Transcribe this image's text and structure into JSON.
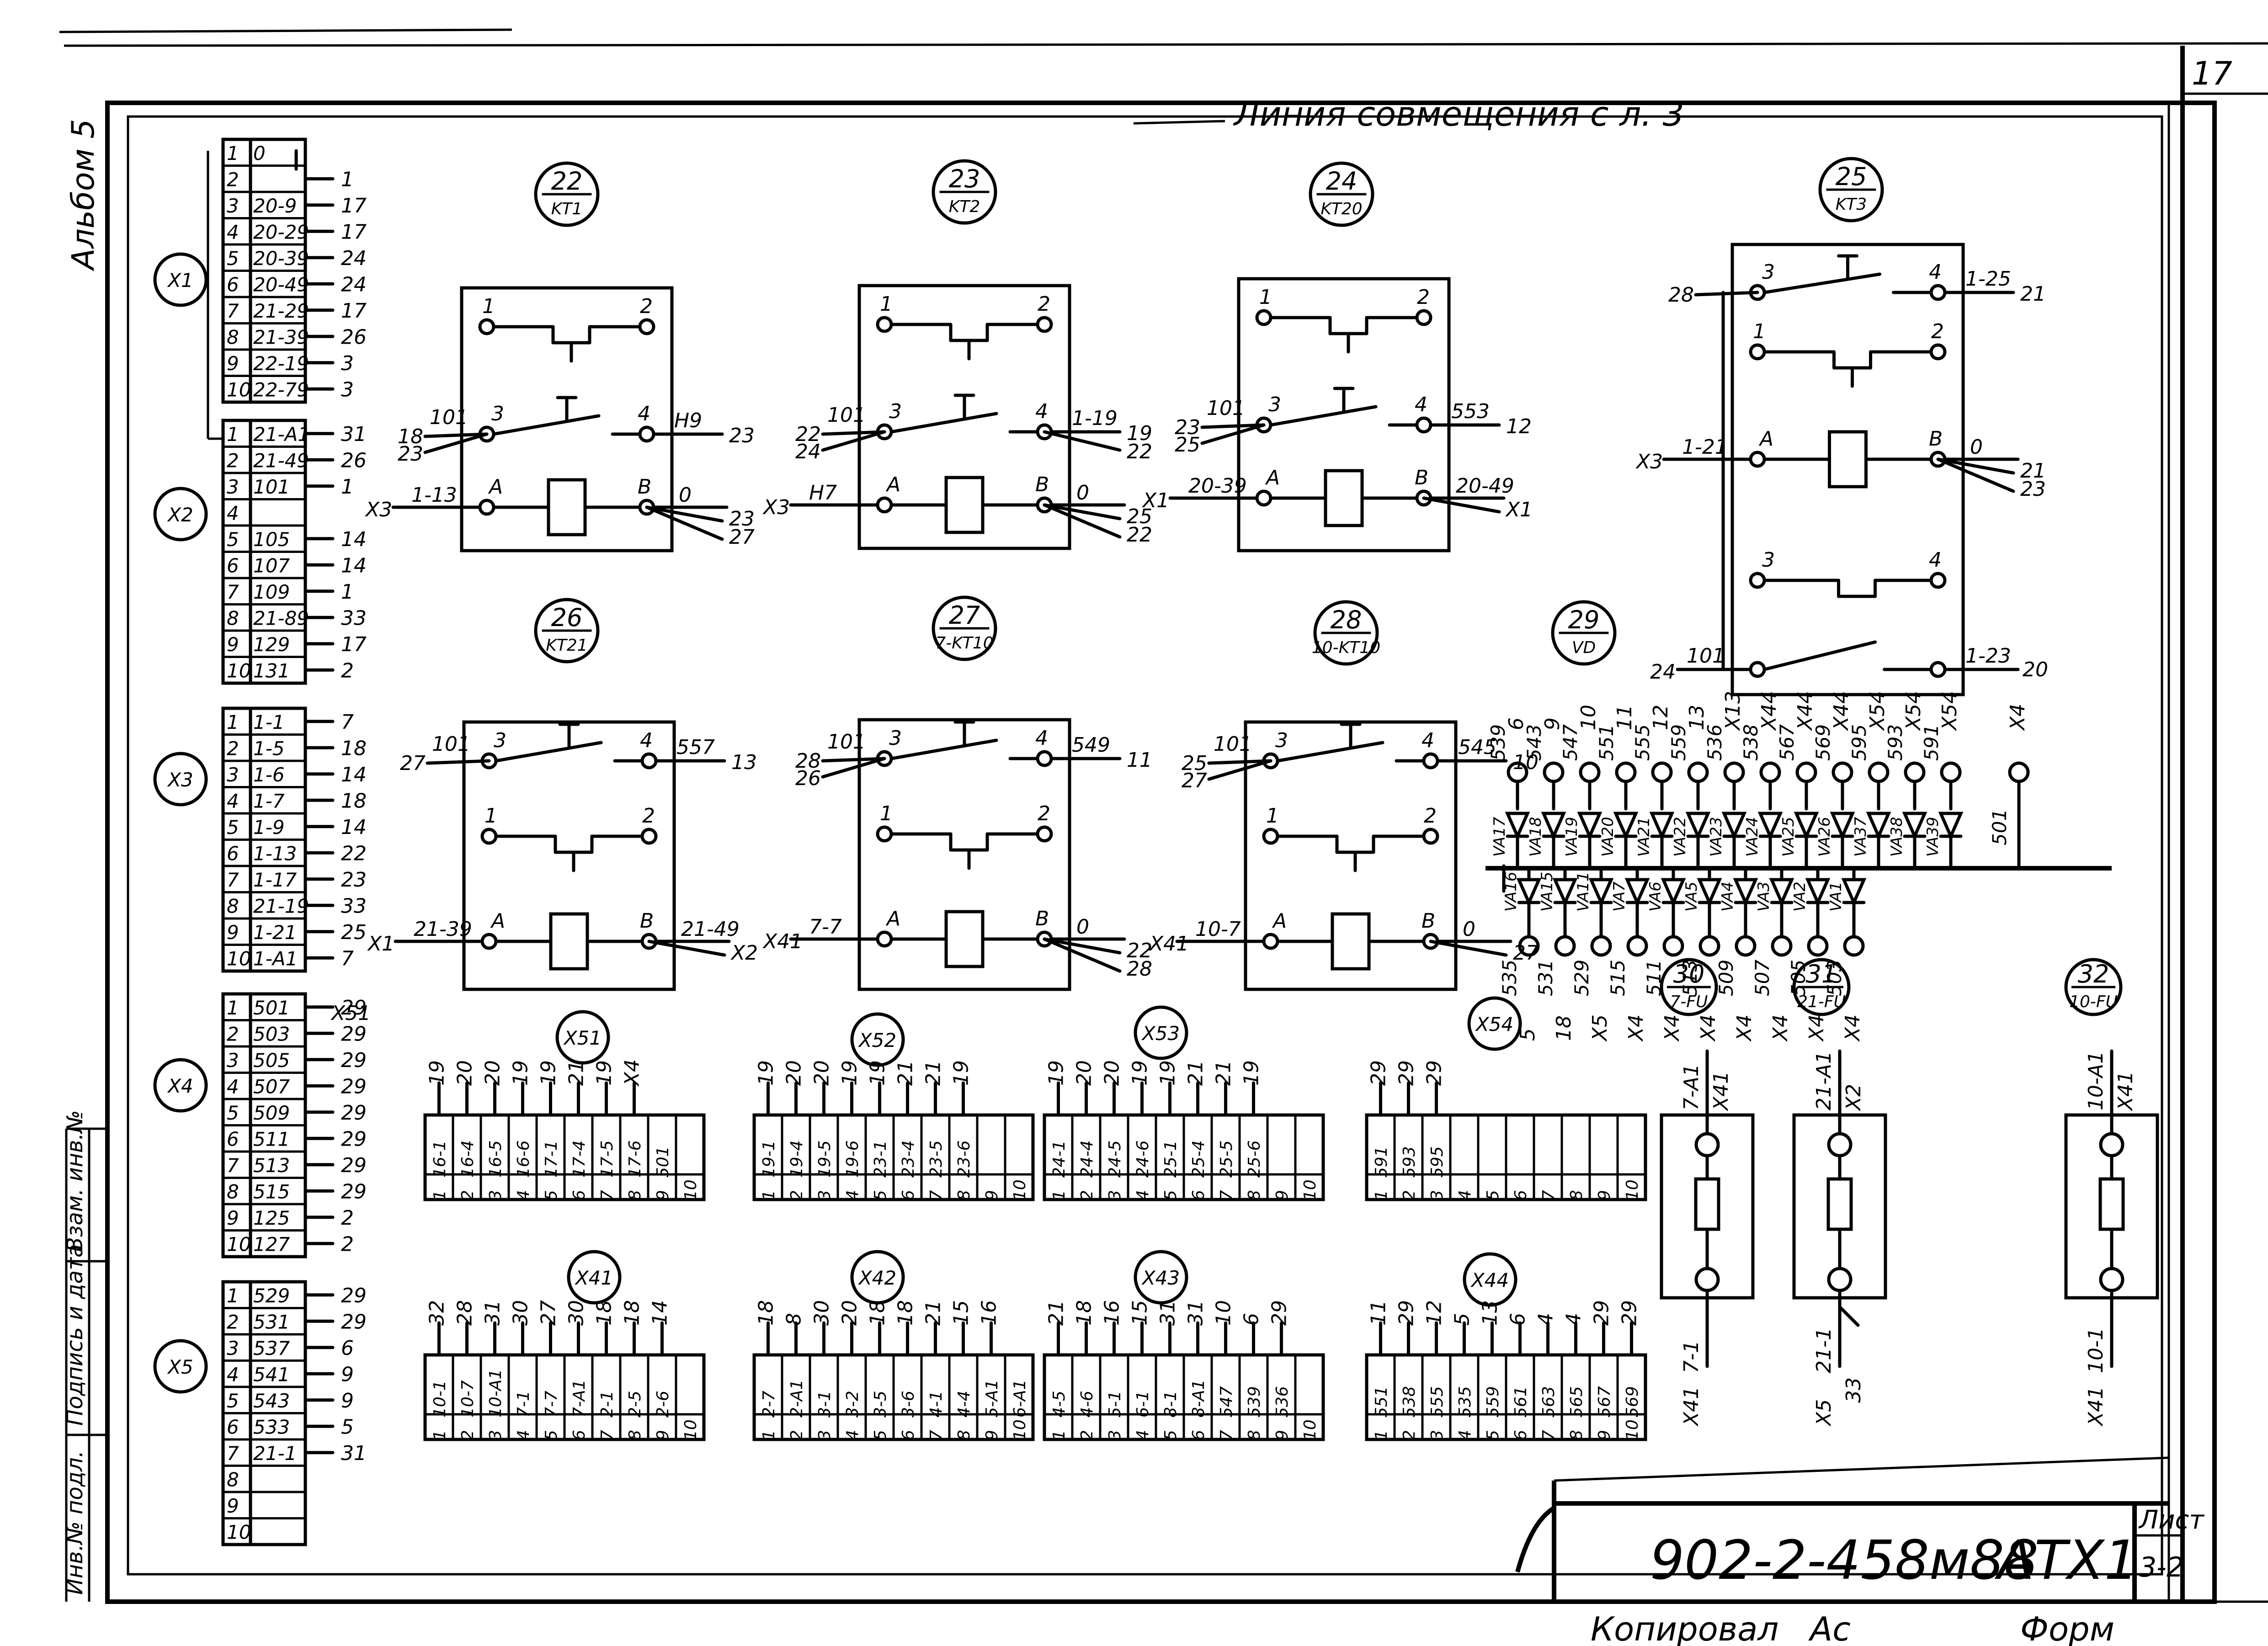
{
  "sheet": {
    "corner_number": "17",
    "alignment_line": "Линия совмещения с л. 3",
    "album": "Альбом 5",
    "stamp_code": "902-2-458м88",
    "stamp_suffix": "АТХ1",
    "stamp_sheet_label": "Лист",
    "stamp_sheet_value": "3-2",
    "copied": "Копировал",
    "copied_by": "Ас",
    "format": "Форм",
    "side_fields": [
      "Взам. инв.№",
      "Подпись и дата",
      "Инв.№ подл."
    ]
  },
  "left_strips": [
    {
      "id": "X1",
      "rows": [
        {
          "n": "1",
          "code": "0",
          "wire": ""
        },
        {
          "n": "2",
          "code": "",
          "wire": "1"
        },
        {
          "n": "3",
          "code": "20-9",
          "wire": "17"
        },
        {
          "n": "4",
          "code": "20-29",
          "wire": "17"
        },
        {
          "n": "5",
          "code": "20-39",
          "wire": "24"
        },
        {
          "n": "6",
          "code": "20-49",
          "wire": "24"
        },
        {
          "n": "7",
          "code": "21-29",
          "wire": "17"
        },
        {
          "n": "8",
          "code": "21-39",
          "wire": "26"
        },
        {
          "n": "9",
          "code": "22-19",
          "wire": "3"
        },
        {
          "n": "10",
          "code": "22-79",
          "wire": "3"
        }
      ]
    },
    {
      "id": "X2",
      "rows": [
        {
          "n": "1",
          "code": "21-A1",
          "wire": "31"
        },
        {
          "n": "2",
          "code": "21-49",
          "wire": "26"
        },
        {
          "n": "3",
          "code": "101",
          "wire": "1"
        },
        {
          "n": "4",
          "code": "",
          "wire": ""
        },
        {
          "n": "5",
          "code": "105",
          "wire": "14"
        },
        {
          "n": "6",
          "code": "107",
          "wire": "14"
        },
        {
          "n": "7",
          "code": "109",
          "wire": "1"
        },
        {
          "n": "8",
          "code": "21-89",
          "wire": "33"
        },
        {
          "n": "9",
          "code": "129",
          "wire": "17"
        },
        {
          "n": "10",
          "code": "131",
          "wire": "2"
        }
      ]
    },
    {
      "id": "X3",
      "rows": [
        {
          "n": "1",
          "code": "1-1",
          "wire": "7"
        },
        {
          "n": "2",
          "code": "1-5",
          "wire": "18"
        },
        {
          "n": "3",
          "code": "1-6",
          "wire": "14"
        },
        {
          "n": "4",
          "code": "1-7",
          "wire": "18"
        },
        {
          "n": "5",
          "code": "1-9",
          "wire": "14"
        },
        {
          "n": "6",
          "code": "1-13",
          "wire": "22"
        },
        {
          "n": "7",
          "code": "1-17",
          "wire": "23"
        },
        {
          "n": "8",
          "code": "21-19",
          "wire": "33"
        },
        {
          "n": "9",
          "code": "1-21",
          "wire": "25"
        },
        {
          "n": "10",
          "code": "1-A1",
          "wire": "7"
        }
      ]
    },
    {
      "id": "X4",
      "rows": [
        {
          "n": "1",
          "code": "501",
          "wire": "29"
        },
        {
          "n": "2",
          "code": "503",
          "wire": "29"
        },
        {
          "n": "3",
          "code": "505",
          "wire": "29"
        },
        {
          "n": "4",
          "code": "507",
          "wire": "29"
        },
        {
          "n": "5",
          "code": "509",
          "wire": "29"
        },
        {
          "n": "6",
          "code": "511",
          "wire": "29"
        },
        {
          "n": "7",
          "code": "513",
          "wire": "29"
        },
        {
          "n": "8",
          "code": "515",
          "wire": "29"
        },
        {
          "n": "9",
          "code": "125",
          "wire": "2"
        },
        {
          "n": "10",
          "code": "127",
          "wire": "2"
        }
      ]
    },
    {
      "id": "X5",
      "rows": [
        {
          "n": "1",
          "code": "529",
          "wire": "29"
        },
        {
          "n": "2",
          "code": "531",
          "wire": "29"
        },
        {
          "n": "3",
          "code": "537",
          "wire": "6"
        },
        {
          "n": "4",
          "code": "541",
          "wire": "9"
        },
        {
          "n": "5",
          "code": "543",
          "wire": "9"
        },
        {
          "n": "6",
          "code": "533",
          "wire": "5"
        },
        {
          "n": "7",
          "code": "21-1",
          "wire": "31"
        },
        {
          "n": "8",
          "code": "",
          "wire": ""
        },
        {
          "n": "9",
          "code": "",
          "wire": ""
        },
        {
          "n": "10",
          "code": "",
          "wire": ""
        }
      ]
    }
  ],
  "x4_extra": "X51",
  "relays": [
    {
      "num": "22",
      "name": "KT1",
      "left_wires": [
        "18",
        "23"
      ],
      "left_no": "101",
      "right_no": "H9",
      "right_no_wire": "23",
      "coil_left": "X3",
      "coil_left_code": "1-13",
      "coil_right": "0",
      "coil_right_wires": [
        "23",
        "27"
      ]
    },
    {
      "num": "23",
      "name": "KT2",
      "left_wires": [
        "22",
        "24"
      ],
      "left_no": "101",
      "right_no": "1-19",
      "right_no_wire": "19",
      "right_no_wire2": "22",
      "coil_left": "X3",
      "coil_left_code": "H7",
      "coil_right": "0",
      "coil_right_wires": [
        "25",
        "22"
      ]
    },
    {
      "num": "24",
      "name": "KT20",
      "left_wires": [
        "23",
        "25"
      ],
      "left_no": "101",
      "right_no": "553",
      "right_no_wire": "12",
      "coil_left": "X1",
      "coil_left_code": "20-39",
      "coil_right": "20-49",
      "coil_right_wires": [
        "X1"
      ]
    },
    {
      "num": "25",
      "name": "KT3",
      "left_wires": [
        "28"
      ],
      "right_no": "1-25",
      "right_no_wire": "21",
      "coil_left": "X3",
      "coil_left_code": "1-21",
      "coil_right": "0",
      "coil_right_wires": [
        "21",
        "23"
      ],
      "bottom_left": "24",
      "bottom_left_code": "101",
      "bottom_right": "1-23",
      "bottom_right_wire": "20"
    },
    {
      "num": "26",
      "name": "KT21",
      "left_wires": [
        "27"
      ],
      "left_no": "101",
      "right_no": "557",
      "right_no_wire": "13",
      "coil_left": "X1",
      "coil_left_code": "21-39",
      "coil_right": "21-49",
      "coil_right_wires": [
        "X2"
      ]
    },
    {
      "num": "27",
      "name": "7-KT10",
      "left_wires": [
        "28",
        "26"
      ],
      "left_no": "101",
      "right_no": "549",
      "right_no_wire": "11",
      "coil_left": "X41",
      "coil_left_code": "7-7",
      "coil_right": "0",
      "coil_right_wires": [
        "22",
        "28"
      ]
    },
    {
      "num": "28",
      "name": "10-KT10",
      "left_wires": [
        "25",
        "27"
      ],
      "left_no": "101",
      "right_no": "545",
      "right_no_wire": "10",
      "coil_left": "X41",
      "coil_left_code": "10-7",
      "coil_right": "0",
      "coil_right_wires": [
        "27"
      ]
    }
  ],
  "diode_block": {
    "num": "29",
    "name": "VD",
    "id_tag": "X54",
    "top": [
      {
        "wire": "6",
        "code": "539",
        "vd": "VA17"
      },
      {
        "wire": "9",
        "code": "543",
        "vd": "VA18"
      },
      {
        "wire": "10",
        "code": "547",
        "vd": "VA19"
      },
      {
        "wire": "11",
        "code": "551",
        "vd": "VA20"
      },
      {
        "wire": "12",
        "code": "555",
        "vd": "VA21"
      },
      {
        "wire": "13",
        "code": "559",
        "vd": "VA22"
      },
      {
        "wire": "X13",
        "code": "536",
        "vd": "VA23"
      },
      {
        "wire": "X44",
        "code": "538",
        "vd": "VA24"
      },
      {
        "wire": "X44",
        "code": "567",
        "vd": "VA25"
      },
      {
        "wire": "X44",
        "code": "569",
        "vd": "VA26"
      },
      {
        "wire": "X54",
        "code": "595",
        "vd": "VA37"
      },
      {
        "wire": "X54",
        "code": "593",
        "vd": "VA38"
      },
      {
        "wire": "X54",
        "code": "591",
        "vd": "VA39"
      }
    ],
    "top_end": {
      "wire": "X4",
      "code": "501"
    },
    "bottom": [
      {
        "wire": "5",
        "code": "535",
        "vd": "VA16"
      },
      {
        "wire": "18",
        "code": "531",
        "vd": "VA15"
      },
      {
        "wire": "X5",
        "code": "529",
        "vd": "VA11"
      },
      {
        "wire": "X4",
        "code": "515",
        "vd": "VA7"
      },
      {
        "wire": "X4",
        "code": "511",
        "vd": "VA6"
      },
      {
        "wire": "X4",
        "code": "513",
        "vd": "VA5"
      },
      {
        "wire": "X4",
        "code": "509",
        "vd": "VA4"
      },
      {
        "wire": "X4",
        "code": "507",
        "vd": "VA3"
      },
      {
        "wire": "X4",
        "code": "505",
        "vd": "VA2"
      },
      {
        "wire": "X4",
        "code": "503",
        "vd": "VA1"
      }
    ]
  },
  "fuses": [
    {
      "num": "30",
      "name": "7-FU",
      "top_code": "7-A1",
      "top_wire": "X41",
      "bottom_code": "7-1",
      "bottom_wire": "X41"
    },
    {
      "num": "31",
      "name": "21-FU",
      "top_code": "21-A1",
      "top_wire": "X2",
      "bottom_code": "21-1",
      "bottom_wire": "X5",
      "bottom_wire2": "33"
    },
    {
      "num": "32",
      "name": "10-FU",
      "top_code": "10-A1",
      "top_wire": "X41",
      "bottom_code": "10-1",
      "bottom_wire": "X41"
    }
  ],
  "h_strips": [
    {
      "id": "X51",
      "wires": [
        "19",
        "20",
        "20",
        "19",
        "19",
        "21",
        "19",
        "X4",
        "",
        ""
      ],
      "codes": [
        "16-1",
        "16-4",
        "16-5",
        "16-6",
        "17-1",
        "17-4",
        "17-5",
        "17-6",
        "501",
        ""
      ]
    },
    {
      "id": "X52",
      "wires": [
        "19",
        "20",
        "20",
        "19",
        "19",
        "21",
        "21",
        "19",
        "",
        ""
      ],
      "codes": [
        "19-1",
        "19-4",
        "19-5",
        "19-6",
        "23-1",
        "23-4",
        "23-5",
        "23-6",
        "",
        ""
      ]
    },
    {
      "id": "X53",
      "wires": [
        "19",
        "20",
        "20",
        "19",
        "19",
        "21",
        "21",
        "19",
        "",
        ""
      ],
      "codes": [
        "24-1",
        "24-4",
        "24-5",
        "24-6",
        "25-1",
        "25-4",
        "25-5",
        "25-6",
        "",
        ""
      ]
    },
    {
      "id": "X54",
      "wires": [
        "29",
        "29",
        "29",
        "",
        "",
        "",
        "",
        "",
        "",
        ""
      ],
      "codes": [
        "591",
        "593",
        "595",
        "",
        "",
        "",
        "",
        "",
        "",
        ""
      ]
    },
    {
      "id": "X41",
      "wires": [
        "32",
        "28",
        "31",
        "30",
        "27",
        "30",
        "18",
        "18",
        "14",
        ""
      ],
      "codes": [
        "10-1",
        "10-7",
        "10-A1",
        "7-1",
        "7-7",
        "7-A1",
        "2-1",
        "2-5",
        "2-6",
        ""
      ]
    },
    {
      "id": "X42",
      "wires": [
        "18",
        "8",
        "30",
        "20",
        "18",
        "18",
        "21",
        "15",
        "16",
        ""
      ],
      "codes": [
        "2-7",
        "2-A1",
        "3-1",
        "3-2",
        "3-5",
        "3-6",
        "4-1",
        "4-4",
        "5-A1",
        "6-A1"
      ]
    },
    {
      "id": "X43",
      "wires": [
        "21",
        "18",
        "16",
        "15",
        "31",
        "31",
        "10",
        "6",
        "29",
        ""
      ],
      "codes": [
        "4-5",
        "4-6",
        "5-1",
        "6-1",
        "8-1",
        "8-A1",
        "547",
        "539",
        "536",
        ""
      ]
    },
    {
      "id": "X44",
      "wires": [
        "11",
        "29",
        "12",
        "5",
        "13",
        "6",
        "4",
        "4",
        "29",
        "29"
      ],
      "codes": [
        "551",
        "538",
        "555",
        "535",
        "559",
        "561",
        "563",
        "565",
        "567",
        "569"
      ]
    }
  ]
}
